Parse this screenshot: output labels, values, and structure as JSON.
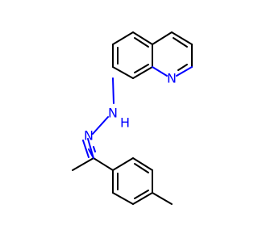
{
  "molecule": {
    "atom_labels": {
      "quinoline_n": "N",
      "amine_n": "N",
      "amine_h": "H",
      "imine_n": "N"
    },
    "colors": {
      "bond": "#000000",
      "heteroatom": "#0000ff",
      "background": "#ffffff"
    }
  }
}
